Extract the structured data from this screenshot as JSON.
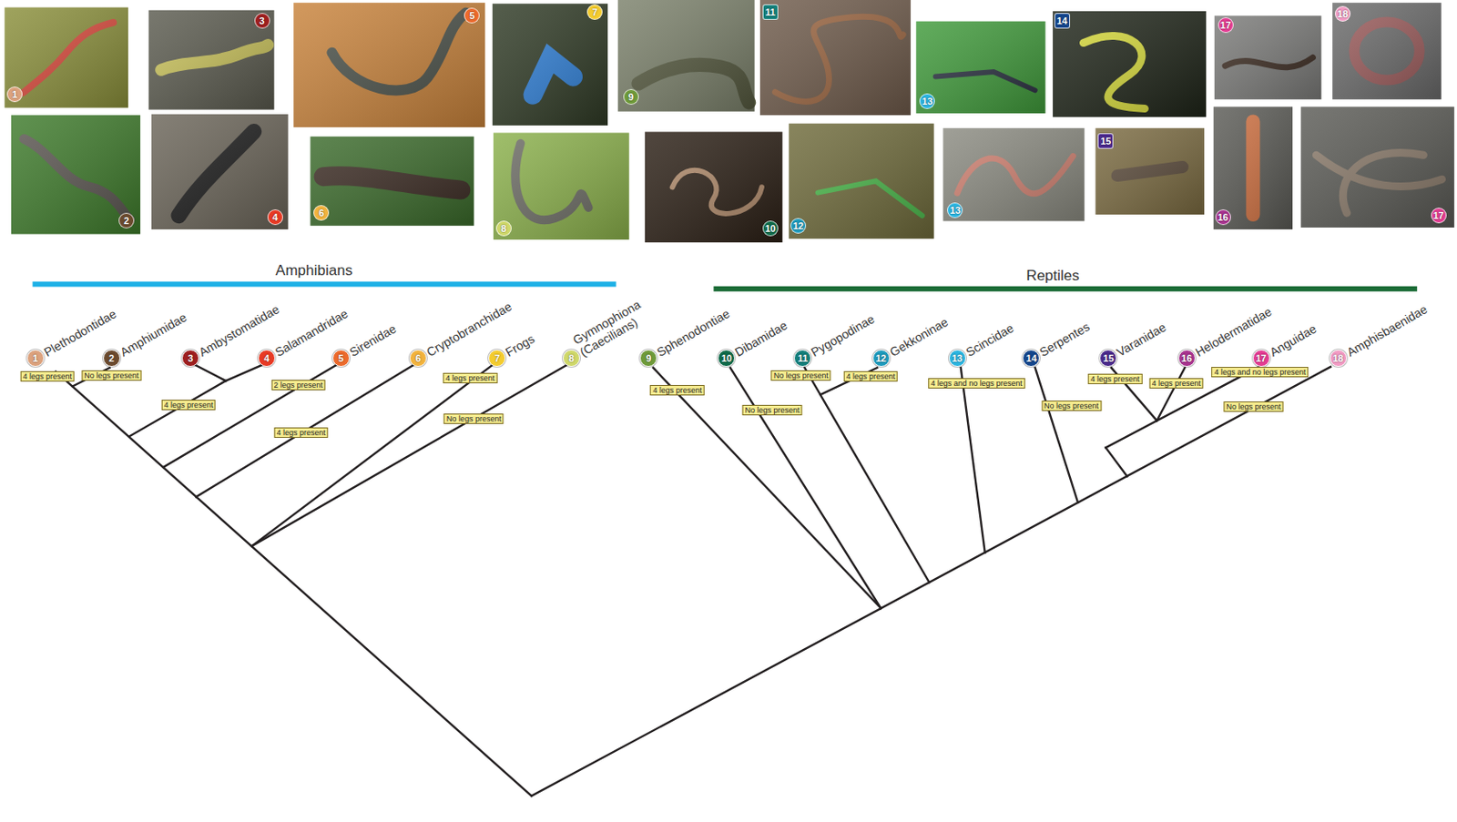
{
  "diagram": {
    "nodes": [
      {
        "text": [
          "1",
          "Plethodontidae"
        ]
      },
      {
        "text": [
          "2",
          "Amphiumidae"
        ]
      },
      {
        "text": [
          "3",
          "Ambystomatidae"
        ]
      },
      {
        "text": [
          "4",
          "Salamandridae"
        ]
      },
      {
        "text": [
          "5",
          "Sirenidae"
        ]
      },
      {
        "text": [
          "6",
          "Cryptobranchidae"
        ]
      },
      {
        "text": [
          "7",
          "Frogs"
        ]
      },
      {
        "text": [
          "8",
          "Gymnophiona (Caecilians)"
        ]
      },
      {
        "text": [
          "9",
          "Sphenodontiae"
        ]
      },
      {
        "text": [
          "10",
          "Dibamidae"
        ]
      },
      {
        "text": [
          "11",
          "Pygopodinae"
        ]
      },
      {
        "text": [
          "12",
          "Gekkoninae"
        ]
      },
      {
        "text": [
          "13",
          "Scincidae"
        ]
      },
      {
        "text": [
          "14",
          "Serpentes"
        ]
      },
      {
        "text": [
          "15",
          "Varanidae"
        ]
      },
      {
        "text": [
          "16",
          "Helodermatidae"
        ]
      },
      {
        "text": [
          "17",
          "Anguidae"
        ]
      },
      {
        "text": [
          "18",
          "Amphisbaenidae"
        ]
      },
      {
        "text": [
          "4 legs present"
        ]
      },
      {
        "text": [
          "No legs present"
        ]
      },
      {
        "text": [
          "4 legs present"
        ]
      },
      {
        "text": [
          "2 legs present"
        ]
      },
      {
        "text": [
          "4 legs present"
        ]
      },
      {
        "text": [
          "4 legs present"
        ]
      },
      {
        "text": [
          "No legs present"
        ]
      },
      {
        "text": [
          "4 legs present"
        ]
      },
      {
        "text": [
          "No legs present"
        ]
      },
      {
        "text": [
          "No legs present"
        ]
      },
      {
        "text": [
          "4 legs present"
        ]
      },
      {
        "text": [
          "4 legs and no legs present"
        ]
      },
      {
        "text": [
          "No legs present"
        ]
      },
      {
        "text": [
          "4 legs present"
        ]
      },
      {
        "text": [
          "4 legs present"
        ]
      },
      {
        "text": [
          "4 legs and no legs present"
        ]
      },
      {
        "text": [
          "No legs present"
        ]
      }
    ],
    "labels": [
      "Amphibians",
      "Reptiles",
      "1",
      "3",
      "5",
      "7",
      "9",
      "11",
      "13",
      "14",
      "17",
      "18",
      "2",
      "4",
      "6",
      "8",
      "10",
      "12",
      "13",
      "15",
      "16",
      "17"
    ]
  }
}
